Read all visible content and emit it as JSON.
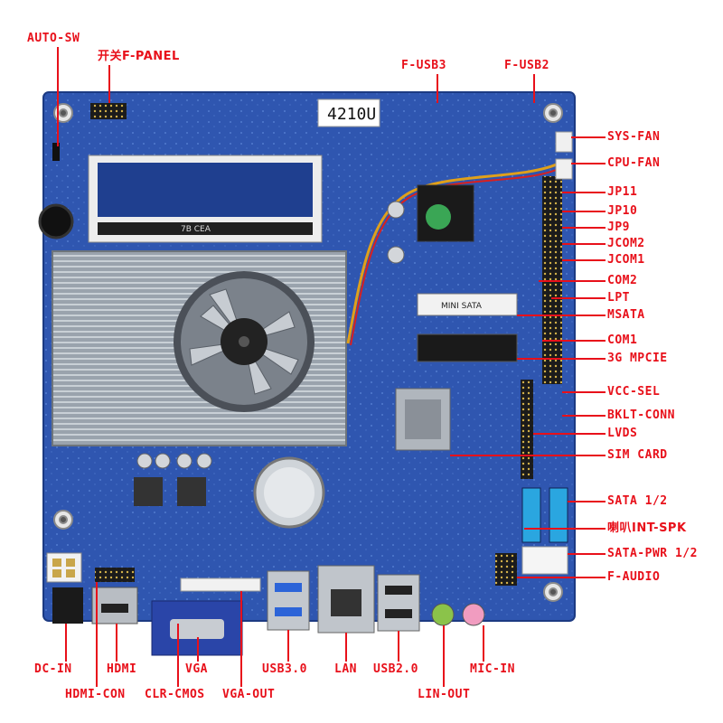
{
  "labels": {
    "auto_sw": "AUTO-SW",
    "f_panel": "开关F-PANEL",
    "f_usb3": "F-USB3",
    "f_usb2": "F-USB2",
    "sys_fan": "SYS-FAN",
    "cpu_fan": "CPU-FAN",
    "jp11": "JP11",
    "jp10": "JP10",
    "jp9": "JP9",
    "jcom2": "JCOM2",
    "jcom1": "JCOM1",
    "com2": "COM2",
    "lpt": "LPT",
    "msata": "MSATA",
    "com1": "COM1",
    "mpcie": "3G MPCIE",
    "vcc_sel": "VCC-SEL",
    "bklt_conn": "BKLT-CONN",
    "lvds": "LVDS",
    "sim_card": "SIM CARD",
    "sata12": "SATA 1/2",
    "int_spk": "喇叭INT-SPK",
    "sata_pwr": "SATA-PWR 1/2",
    "f_audio": "F-AUDIO",
    "dc_in": "DC-IN",
    "hdmi": "HDMI",
    "vga": "VGA",
    "usb30": "USB3.0",
    "lan": "LAN",
    "usb20": "USB2.0",
    "mic_in": "MIC-IN",
    "hdmi_con": "HDMI-CON",
    "clr_cmos": "CLR-CMOS",
    "vga_out": "VGA-OUT",
    "lin_out": "LIN-OUT"
  },
  "board_text": {
    "cpu_model": "4210U",
    "msata_slot": "MINI SATA",
    "dimm_label": "7B CEA"
  }
}
